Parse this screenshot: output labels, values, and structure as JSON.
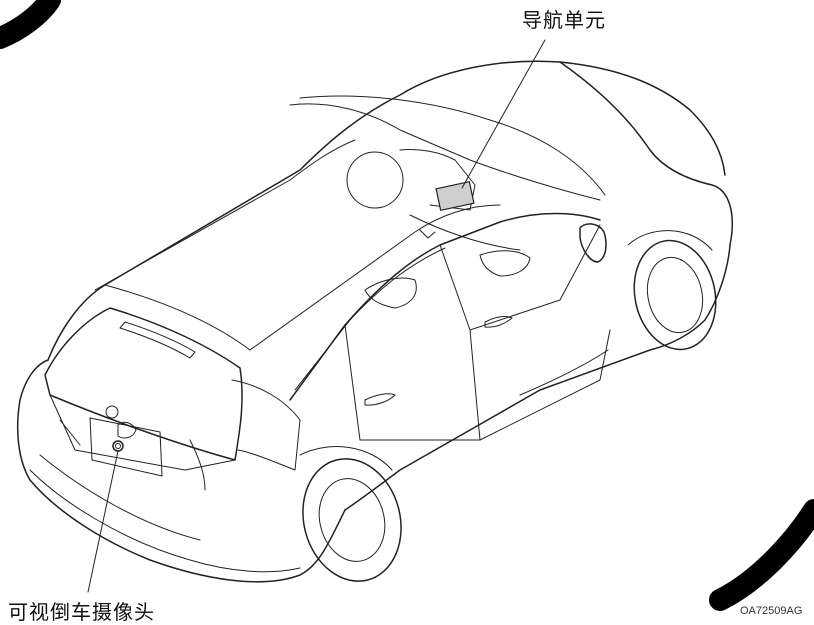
{
  "labels": {
    "nav_unit": "导航单元",
    "rear_camera": "可视倒车摄像头",
    "figure_code": "OA72509AG"
  },
  "colors": {
    "line": "#222222",
    "screen_fill": "#cfcfcf",
    "background": "#ffffff"
  }
}
